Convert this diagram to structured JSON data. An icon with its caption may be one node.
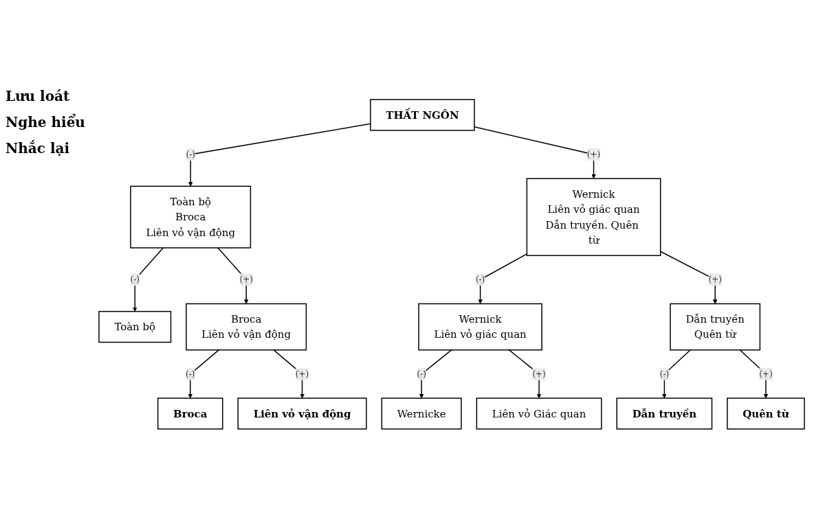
{
  "diagram": {
    "nodes": [
      {
        "text": [
          "THẤT NGÔN"
        ]
      },
      {
        "text": [
          "Toàn bộ",
          "Broca",
          "Liên vỏ vận động"
        ]
      },
      {
        "text": [
          "Wernick",
          "Liên vỏ giác quan",
          "Dẫn truyền. Quên từ"
        ]
      },
      {
        "text": [
          "Toàn bộ"
        ]
      },
      {
        "text": [
          "Broca",
          "Liên vỏ vận động"
        ]
      },
      {
        "text": [
          "Wernick",
          "Liên vỏ giác quan"
        ]
      },
      {
        "text": [
          "Dẫn truyền",
          "Quên từ"
        ]
      },
      {
        "text": [
          "Broca"
        ]
      },
      {
        "text": [
          "Liên vỏ vận động"
        ]
      },
      {
        "text": [
          "Wernicke"
        ]
      },
      {
        "text": [
          "Liên vỏ Giác quan"
        ]
      },
      {
        "text": [
          "Dẫn truyền"
        ]
      },
      {
        "text": [
          "Quên từ"
        ]
      }
    ],
    "edges": [
      {
        "from": 0,
        "to": 1,
        "arrow": "to",
        "label": "(-)"
      },
      {
        "from": 0,
        "to": 2,
        "arrow": "to",
        "label": "(+)"
      },
      {
        "from": 1,
        "to": 3,
        "arrow": "to",
        "label": "(-)"
      },
      {
        "from": 1,
        "to": 4,
        "arrow": "to",
        "label": "(+)"
      },
      {
        "from": 2,
        "to": 5,
        "arrow": "to",
        "label": "(-)"
      },
      {
        "from": 2,
        "to": 6,
        "arrow": "to",
        "label": "(+)"
      },
      {
        "from": 4,
        "to": 7,
        "arrow": "to",
        "label": "(-)"
      },
      {
        "from": 4,
        "to": 8,
        "arrow": "to",
        "label": "(+)"
      },
      {
        "from": 5,
        "to": 9,
        "arrow": "to",
        "label": "(-)"
      },
      {
        "from": 5,
        "to": 10,
        "arrow": "to",
        "label": "(+)"
      },
      {
        "from": 6,
        "to": 11,
        "arrow": "to",
        "label": "(-)"
      },
      {
        "from": 6,
        "to": 12,
        "arrow": "to",
        "label": "(+)"
      }
    ],
    "labels": [
      "Lưu loát",
      "Nghe hiểu",
      "Nhắc lại"
    ]
  }
}
